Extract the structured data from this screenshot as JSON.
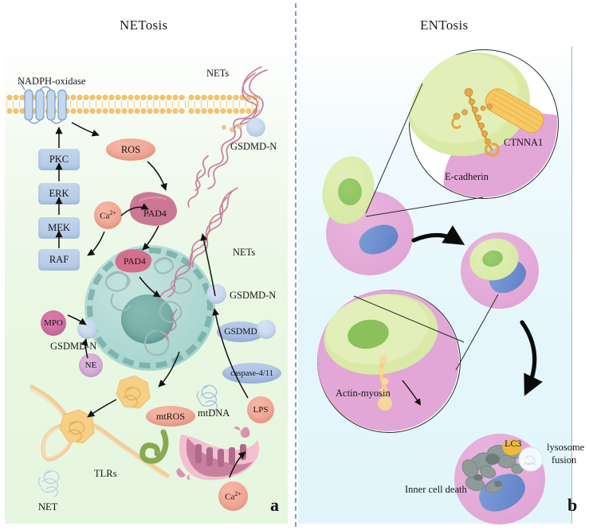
{
  "figure": {
    "panel_a": {
      "title": "NETosis",
      "letter": "a",
      "labels": {
        "nadph": "NADPH-oxidase",
        "pkc": "PKC",
        "erk": "ERK",
        "mek": "MEK",
        "raf": "RAF",
        "ros": "ROS",
        "ca_upper": "Ca2+",
        "ca_upper_html": "Ca",
        "ca_sup": "2+",
        "pad4_cyto": "PAD4",
        "pad4_nuc": "PAD4",
        "nets_top": "NETs",
        "nets_mid": "NETs",
        "gsdmd_n_top": "GSDMD-N",
        "gsdmd_n_cell": "GSDMD-N",
        "gsdmd_n_left": "GSDMD-N",
        "gsdmd": "GSDMD",
        "caspase": "caspase-4/11",
        "lps": "LPS",
        "mpo": "MPO",
        "ne": "NE",
        "mtros": "mtROS",
        "mtdna": "mtDNA",
        "tlrs": "TLRs",
        "net": "NET",
        "ca_lower": "Ca2+"
      }
    },
    "panel_b": {
      "title": "ENTosis",
      "letter": "b",
      "labels": {
        "ctnna1": "CTNNA1",
        "ecadherin": "E-cadherin",
        "actin_myosin": "Actin-myosin",
        "lc3": "LC3",
        "lysosome_fusion_l1": "lysosome",
        "lysosome_fusion_l2": "fusion",
        "inner_cell_death": "Inner cell death"
      }
    }
  },
  "colors": {
    "panel_a_bg": "#e6f6e0",
    "panel_b_bg": "#e2f5fb",
    "divider": "#7d9ec4",
    "kinase_box": "#b2c9e6",
    "ros": "#ef9e8b",
    "pad4": "#c8728f",
    "nets": "#c7809d",
    "membrane_head": "#f2c370",
    "cell": "#a9d5cf",
    "nucleus": "#6da8a2",
    "gsdmd": "#a6bbe1",
    "mpo": "#cf6fa0",
    "ne": "#d0a4d3",
    "mito": "#c97f9e",
    "tlrs": "#8aa852",
    "entosis_outer": "#e2a7d6",
    "entosis_inner": "#d8eaa6",
    "entosis_green_nucleus": "#8cc05c",
    "entosis_blue_nucleus": "#5e80c6",
    "lc3": "#f0b93e",
    "lysosome": "#eef6fa",
    "debris": "#8f9b99"
  }
}
